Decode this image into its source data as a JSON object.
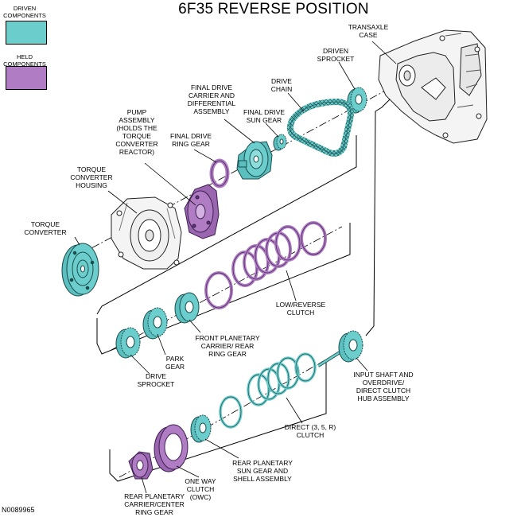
{
  "title": "6F35 REVERSE POSITION",
  "legend": {
    "driven_label": "DRIVEN\nCOMPONENTS",
    "driven_color": "#6ccdcd",
    "held_label": "HELD\nCOMPONENTS",
    "held_color": "#b07cc4"
  },
  "labels": {
    "transaxle_case": "TRANSAXLE\nCASE",
    "driven_sprocket": "DRIVEN\nSPROCKET",
    "drive_chain": "DRIVE\nCHAIN",
    "final_drive_carrier": "FINAL DRIVE\nCARRIER AND\nDIFFERENTIAL\nASSEMBLY",
    "final_drive_sun_gear": "FINAL DRIVE\nSUN GEAR",
    "final_drive_ring_gear": "FINAL DRIVE\nRING GEAR",
    "pump_assembly": "PUMP\nASSEMBLY\n(HOLDS THE\nTORQUE\nCONVERTER\nREACTOR)",
    "torque_converter_housing": "TORQUE\nCONVERTER\nHOUSING",
    "torque_converter": "TORQUE\nCONVERTER",
    "low_reverse_clutch": "LOW/REVERSE\nCLUTCH",
    "front_planetary": "FRONT PLANETARY\nCARRIER/ REAR\nRING GEAR",
    "park_gear": "PARK\nGEAR",
    "drive_sprocket": "DRIVE\nSPROCKET",
    "input_shaft": "INPUT SHAFT AND\nOVERDRIVE/\nDIRECT CLUTCH\nHUB ASSEMBLY",
    "direct_clutch": "DIRECT (3, 5, R)\nCLUTCH",
    "rear_planetary_sun": "REAR PLANETARY\nSUN GEAR AND\nSHELL ASSEMBLY",
    "one_way_clutch": "ONE WAY\nCLUTCH\n(OWC)",
    "rear_planetary_carrier": "REAR PLANETARY\nCARRIER/CENTER\nRING GEAR"
  },
  "figure_code": "N0089965"
}
